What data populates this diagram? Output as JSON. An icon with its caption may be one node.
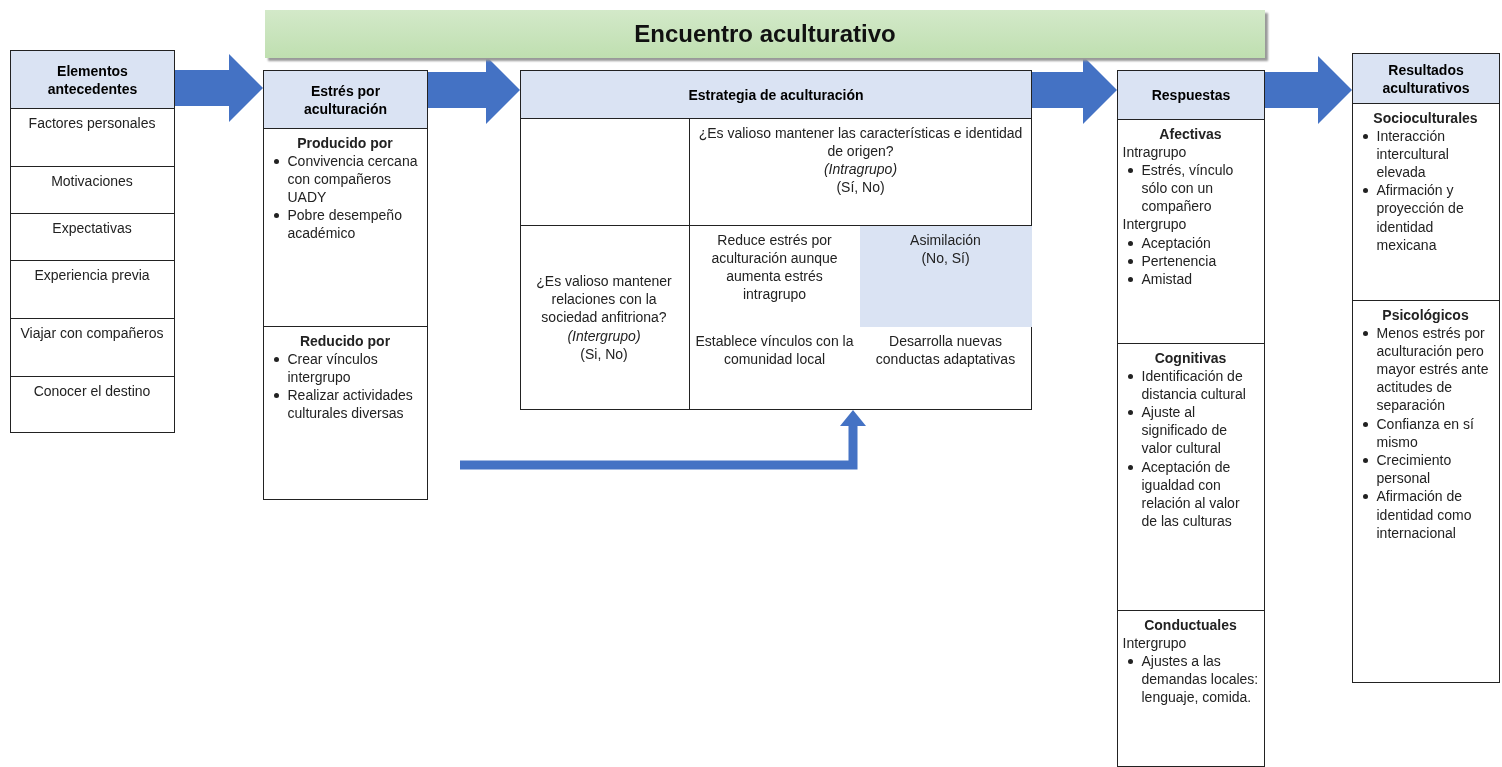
{
  "diagram": {
    "nodes": [
      {
        "text": [
          "Encuentro aculturativo"
        ]
      },
      {
        "text": [
          "Elementos antecedentes"
        ]
      },
      {
        "text": [
          "Factores personales"
        ],
        "in": 1
      },
      {
        "text": [
          "Motivaciones"
        ],
        "in": 1
      },
      {
        "text": [
          "Expectativas"
        ],
        "in": 1
      },
      {
        "text": [
          "Experiencia previa"
        ],
        "in": 1
      },
      {
        "text": [
          "Viajar con compañeros"
        ],
        "in": 1
      },
      {
        "text": [
          "Conocer el destino"
        ],
        "in": 1
      },
      {
        "text": [
          "Estrés por aculturación"
        ]
      },
      {
        "text": [
          "Producido por",
          "Convivencia cercana con compañeros UADY",
          "Pobre desempeño académico"
        ],
        "in": 8
      },
      {
        "text": [
          "Reducido por",
          "Crear vínculos intergrupo",
          "Realizar actividades culturales diversas"
        ],
        "in": 8
      },
      {
        "text": [
          "Estrategia de aculturación"
        ]
      },
      {
        "text": [],
        "shape": "box",
        "in": 11
      },
      {
        "text": [
          "¿Es valioso mantener las características e identidad de origen?",
          "(Intragrupo)",
          "(Sí, No)"
        ],
        "in": 11
      },
      {
        "text": [
          "¿Es valioso mantener relaciones con la sociedad anfitriona?",
          "(Intergrupo)",
          "(Si, No)"
        ],
        "in": 11
      },
      {
        "text": [
          "Reduce estrés por aculturación aunque aumenta estrés intragrupo"
        ],
        "in": 11
      },
      {
        "text": [
          "Asimilación",
          "(No, Sí)"
        ],
        "in": 11
      },
      {
        "text": [
          "Establece vínculos con la comunidad local"
        ],
        "in": 11
      },
      {
        "text": [
          "Desarrolla nuevas conductas adaptativas"
        ],
        "in": 11
      },
      {
        "text": [
          "Respuestas"
        ]
      },
      {
        "text": [
          "Afectivas",
          "Intragrupo",
          "Estrés, vínculo sólo con un compañero",
          "Intergrupo",
          "Aceptación",
          "Pertenencia",
          "Amistad"
        ],
        "in": 19
      },
      {
        "text": [
          "Cognitivas",
          "Identificación de distancia cultural",
          "Ajuste al significado de valor cultural",
          "Aceptación de igualdad con relación al valor de las culturas"
        ],
        "in": 19
      },
      {
        "text": [
          "Conductuales",
          "Intergrupo",
          "Ajustes a las demandas locales: lenguaje, comida."
        ],
        "in": 19
      },
      {
        "text": [
          "Resultados aculturativos"
        ]
      },
      {
        "text": [
          "Socioculturales",
          "Interacción intercultural elevada",
          "Afirmación y proyección de identidad mexicana"
        ],
        "in": 23
      },
      {
        "text": [
          "Psicológicos",
          "Menos estrés por aculturación pero mayor estrés ante actitudes de separación",
          "Confianza en sí mismo",
          "Crecimiento personal",
          "Afirmación de identidad como internacional"
        ],
        "in": 23
      }
    ],
    "edges": [
      {
        "from": 1,
        "to": 8,
        "arrow": "to"
      },
      {
        "from": 8,
        "to": 11,
        "arrow": "to"
      },
      {
        "from": 11,
        "to": 19,
        "arrow": "to"
      },
      {
        "from": 19,
        "to": 23,
        "arrow": "to"
      },
      {
        "from": null,
        "to": 11,
        "arrow": "to"
      }
    ]
  }
}
